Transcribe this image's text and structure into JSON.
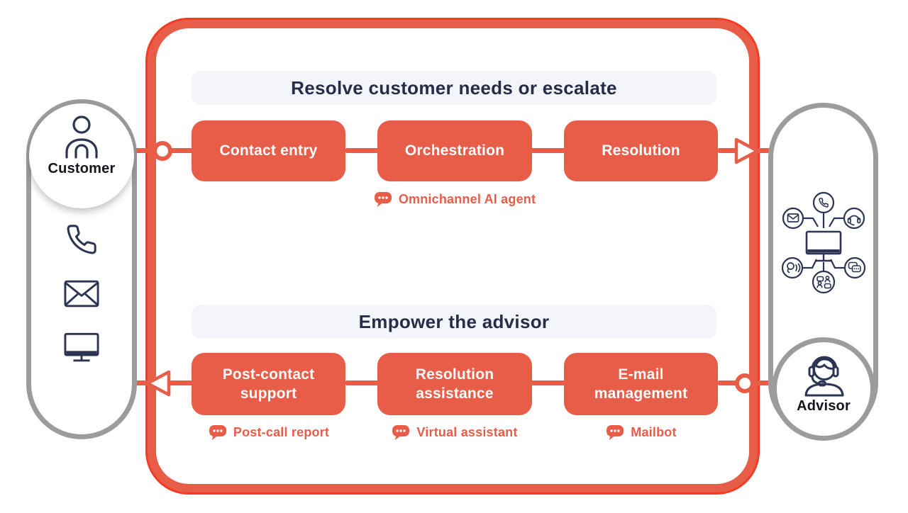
{
  "lanes": {
    "customer": {
      "label": "Customer",
      "icon": "person-icon",
      "channel_icons": [
        "phone-icon",
        "envelope-icon",
        "monitor-icon"
      ]
    },
    "advisor": {
      "label": "Advisor",
      "icon": "headset-person-icon",
      "hub_icons": [
        "phone-icon",
        "envelope-icon",
        "headset-icon",
        "speaking-person-icon",
        "chat-bubbles-icon",
        "community-icon",
        "monitor-icon"
      ]
    }
  },
  "flows": {
    "top": {
      "title": "Resolve customer needs or escalate",
      "steps": [
        "Contact entry",
        "Orchestration",
        "Resolution"
      ],
      "caption": "Omnichannel AI agent",
      "caption_icon": "chat-bubble-icon"
    },
    "bottom": {
      "title": "Empower the advisor",
      "steps": [
        "Post-contact support",
        "Resolution assistance",
        "E-mail management"
      ],
      "captions": [
        "Post-call report",
        "Virtual assistant",
        "Mailbot"
      ],
      "caption_icon": "chat-bubble-icon"
    }
  },
  "colors": {
    "accent": "#E85D48",
    "accent_bright": "#F63B25",
    "navy": "#2B3452",
    "title_text": "#272D47",
    "band_bg": "#F4F5FB",
    "pill_border": "#9C9C9C",
    "label_text": "#15151F",
    "background": "#FFFFFF"
  }
}
